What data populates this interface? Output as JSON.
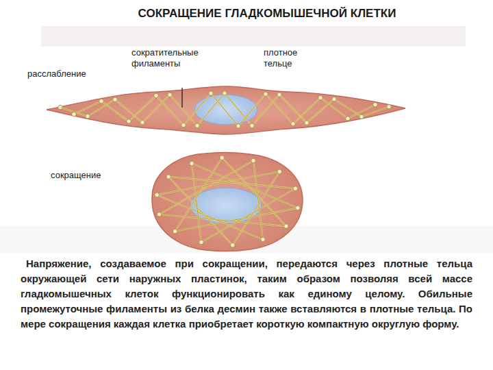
{
  "diagram": {
    "title": "СОКРАЩЕНИЕ ГЛАДКОМЫШЕЧНОЙ КЛЕТКИ",
    "caption": "Напряжение, создаваемое при сокращении, передаются через плотные тельца окружающей сети наружных пластинок, таким образом позволяя всей массе гладкомышечных клеток функционировать как единому целому. Обильные промежуточные филаменты из белка десмин также вставляются в плотные тельца. По мере сокращения каждая клетка приобретает короткую компактную округлую форму.",
    "labels": [
      "сократительные филаменты",
      "плотное тельце",
      "расслабление",
      "сокращение"
    ]
  }
}
